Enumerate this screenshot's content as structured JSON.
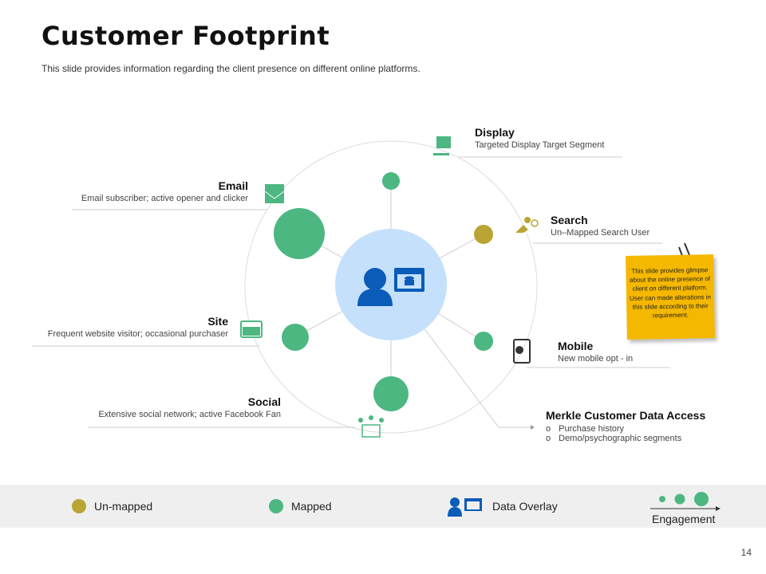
{
  "title": "Customer Footprint",
  "subtitle": "This slide provides information regarding the client presence on different online platforms.",
  "channels": {
    "display": {
      "title": "Display",
      "desc": "Targeted Display Target Segment"
    },
    "search": {
      "title": "Search",
      "desc": "Un–Mapped Search User"
    },
    "mobile": {
      "title": "Mobile",
      "desc": "New mobile opt - in"
    },
    "email": {
      "title": "Email",
      "desc": "Email subscriber; active opener and clicker"
    },
    "site": {
      "title": "Site",
      "desc": "Frequent website visitor; occasional purchaser"
    },
    "social": {
      "title": "Social",
      "desc": "Extensive social  network; active  Facebook Fan"
    },
    "merkle": {
      "title": "Merkle Customer Data Access",
      "items": [
        "Purchase history",
        "Demo/psychographic segments"
      ]
    }
  },
  "note": "This slide provides glimpse about the online presence of client on different platform. User can made alterations in this slide according to their requirement.",
  "legend": {
    "unmapped": "Un-mapped",
    "mapped": "Mapped",
    "overlay": "Data Overlay",
    "engagement": "Engagement"
  },
  "colors": {
    "mapped": "#4cb781",
    "unmapped": "#b9a533",
    "center": "#c5e0fb",
    "icon": "#0a5cb8"
  },
  "page_number": "14"
}
